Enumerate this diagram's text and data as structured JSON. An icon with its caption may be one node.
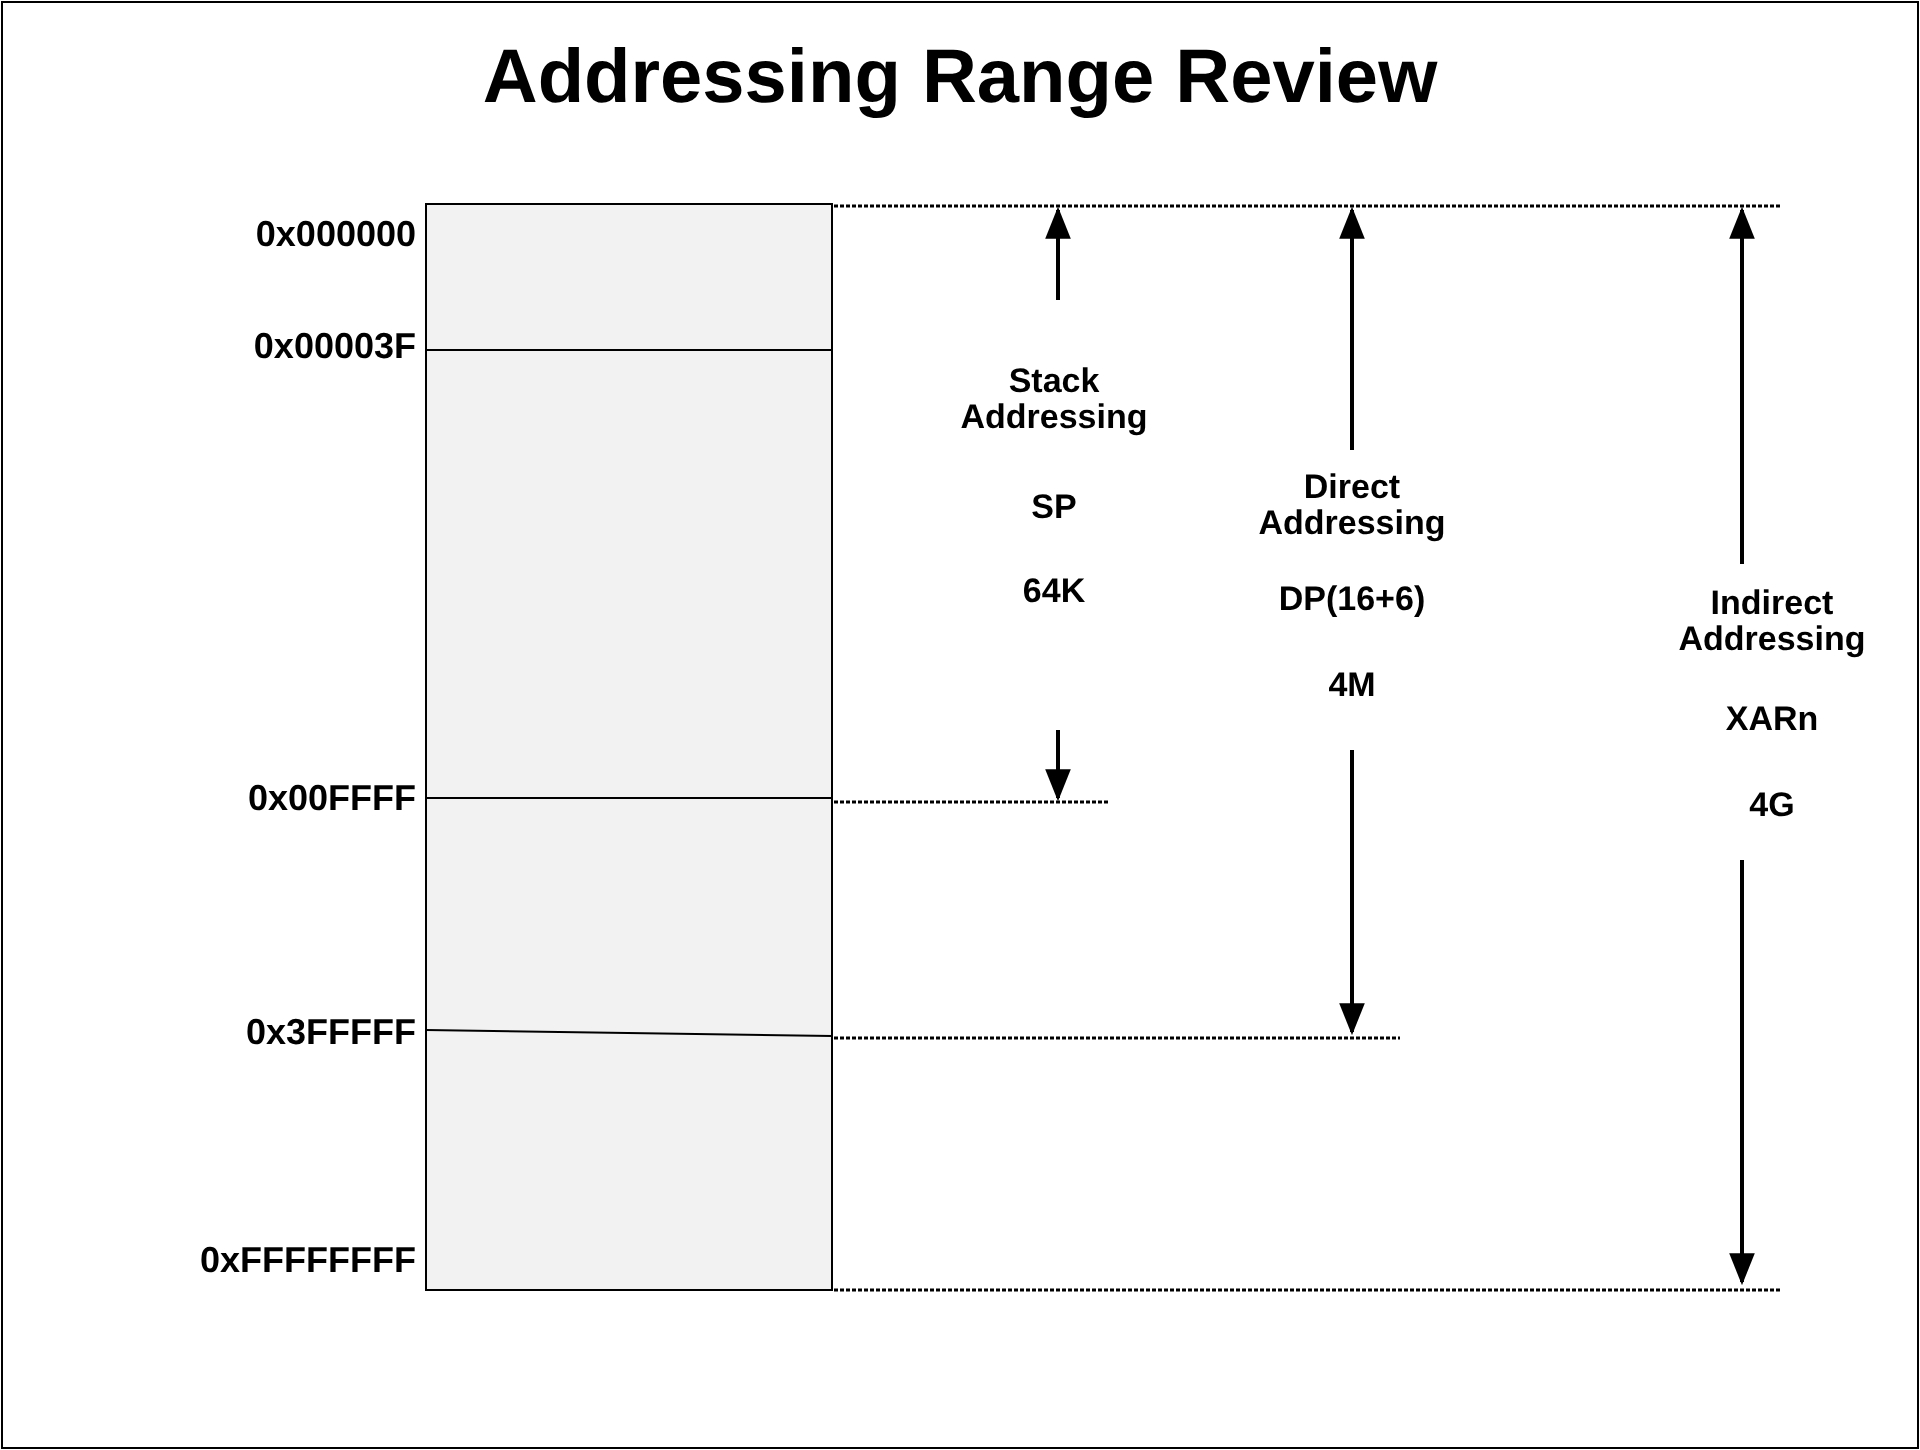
{
  "diagram": {
    "title": "Addressing Range Review",
    "nodes": [
      {
        "text": [],
        "shape": "box"
      }
    ],
    "labels": [
      "0x000000",
      "0x00003F",
      "0x00FFFF",
      "0x3FFFFF",
      "0xFFFFFFFF",
      "Stack Addressing",
      "SP",
      "64K",
      "Direct Addressing",
      "DP(16+6)",
      "4M",
      "Indirect Addressing",
      "XARn",
      "4G"
    ]
  }
}
